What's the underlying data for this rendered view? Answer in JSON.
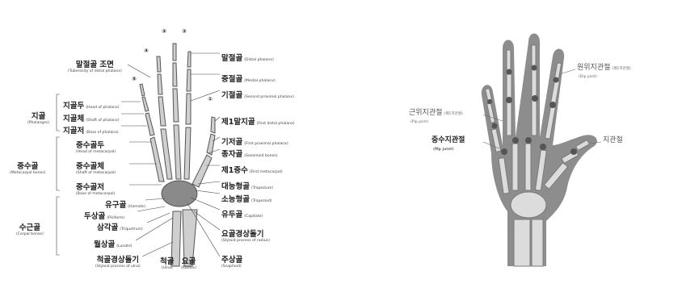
{
  "left": {
    "numbers": [
      "①",
      "②",
      "③",
      "④",
      "⑤"
    ],
    "right_labels": [
      {
        "ko": "말절골",
        "en": "(Distal phalanx)"
      },
      {
        "ko": "중절골",
        "en": "(Medial phalanx)"
      },
      {
        "ko": "기절골",
        "en": "(Second proximal phalanx)"
      },
      {
        "ko": "제1말지골",
        "en": "(First distal phalanx)"
      },
      {
        "ko": "기저골",
        "en": "(First proximal phalanx)"
      },
      {
        "ko": "종자골",
        "en": "(Sesamoid bones)"
      },
      {
        "ko": "제1중수",
        "en": "(First metacarpal)"
      },
      {
        "ko": "대능형골",
        "en": "(Trapezium)"
      },
      {
        "ko": "소능형골",
        "en": "(Trapezoid)"
      },
      {
        "ko": "유두골",
        "en": "(Capitate)"
      },
      {
        "ko": "요골경상돌기",
        "en": "(Styloid process of radius)"
      },
      {
        "ko": "주상골",
        "en": "(Scaphoid)"
      }
    ],
    "tuberosity": {
      "ko": "말절골 조면",
      "en": "(Tuberosity of distal phalanx)"
    },
    "phalanges": {
      "group": {
        "ko": "지골",
        "en": "(Phalanges)"
      },
      "items": [
        {
          "ko": "지골두",
          "en": "(Head of phalanx)"
        },
        {
          "ko": "지골체",
          "en": "(Shaft of phalanx)"
        },
        {
          "ko": "지골저",
          "en": "(Base of phalanx)"
        }
      ]
    },
    "metacarpal": {
      "group": {
        "ko": "중수골",
        "en": "(Metacarpal bones)"
      },
      "items": [
        {
          "ko": "중수골두",
          "en": "(Head of metacarpal)"
        },
        {
          "ko": "중수골체",
          "en": "(Shaft of metacarpal)"
        },
        {
          "ko": "중수골저",
          "en": "(Base of metacarpal)"
        }
      ]
    },
    "carpal": {
      "group": {
        "ko": "수근골",
        "en": "(Carpal bones)"
      },
      "items": [
        {
          "ko": "유구골",
          "en": "(Hamate)"
        },
        {
          "ko": "두상골",
          "en": "(Pisiform)"
        },
        {
          "ko": "삼각골",
          "en": "(Triquetrum)"
        },
        {
          "ko": "월상골",
          "en": "(Lunate)"
        }
      ]
    },
    "bottom": {
      "ulna_styloid": {
        "ko": "척골경상돌기",
        "en": "(Styloid process of ulna)"
      },
      "ulna": {
        "ko": "척골",
        "en": "(Ulna)"
      },
      "radius": {
        "ko": "요골",
        "en": "(Radius)"
      }
    }
  },
  "right": {
    "labels": [
      {
        "ko": "원위지관절",
        "en": "(제1지관절)",
        "en2": "(Dip joint)"
      },
      {
        "ko": "근위지관절",
        "en": "(제1지관절)",
        "en2": "(Pip joint)"
      },
      {
        "ko": "중수지관절",
        "en": "(Mp joint)"
      },
      {
        "ko": "지관절"
      }
    ]
  },
  "colors": {
    "bone": "#d6d6d6",
    "bone_dark": "#6f6f6f",
    "silhouette": "#8d8d8d",
    "joint": "#5a5a5a",
    "line": "#444444"
  }
}
